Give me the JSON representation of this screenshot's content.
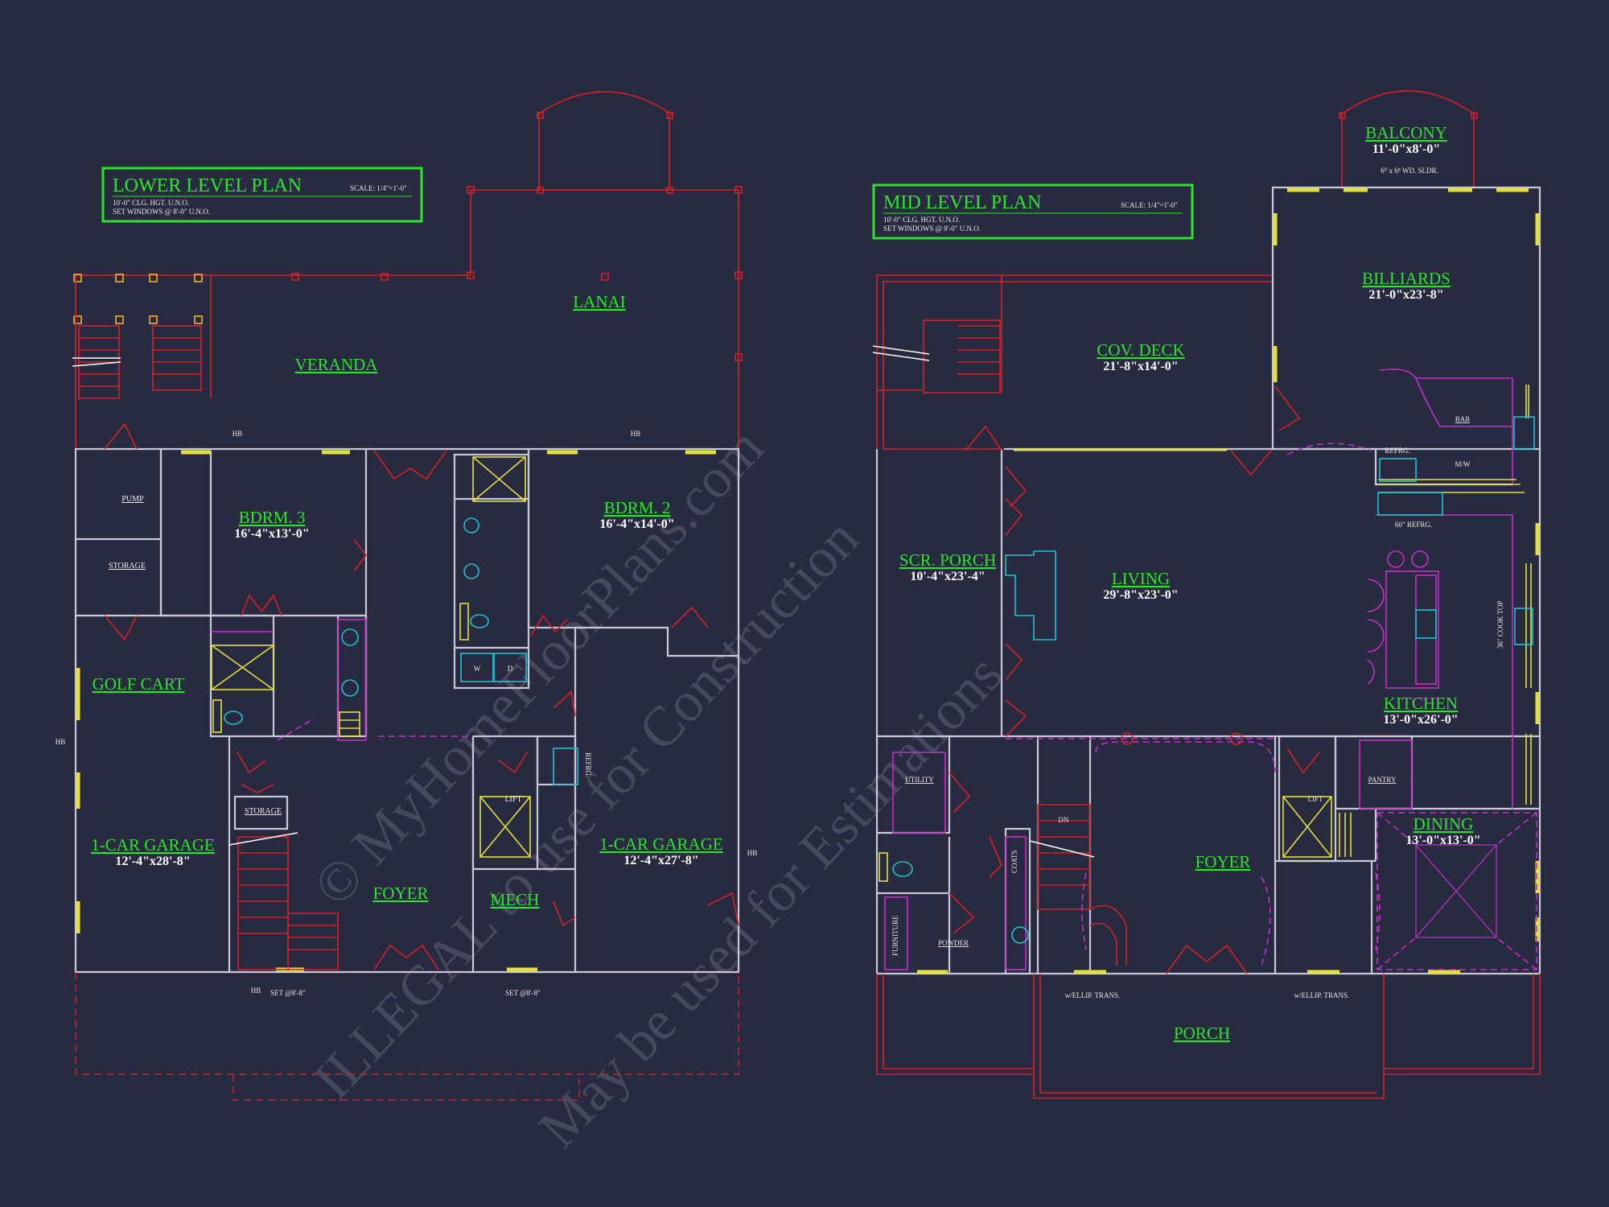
{
  "lower": {
    "title": "LOWER LEVEL PLAN",
    "scale": "SCALE: 1/4\"=1'-0\"",
    "note1": "10'-0\" CLG. HGT. U.N.O.",
    "note2": "SET WINDOWS @ 8'-0\" U.N.O.",
    "rooms": {
      "lanai": "LANAI",
      "veranda": "VERANDA",
      "bdrm3": "BDRM. 3",
      "bdrm3_dim": "16'-4\"x13'-0\"",
      "bdrm2": "BDRM. 2",
      "bdrm2_dim": "16'-4\"x14'-0\"",
      "golf_cart": "GOLF CART",
      "garage_left": "1-CAR GARAGE",
      "garage_left_dim": "12'-4\"x28'-8\"",
      "garage_right": "1-CAR GARAGE",
      "garage_right_dim": "12'-4\"x27'-8\"",
      "foyer": "FOYER",
      "mech": "MECH"
    },
    "labels": {
      "pump": "PUMP",
      "storage": "STORAGE",
      "storage2": "STORAGE",
      "lift": "LIFT",
      "refrg": "REFRG.",
      "w": "W",
      "d": "D",
      "hb1": "HB",
      "hb2": "HB",
      "hb3": "HB",
      "hb4": "HB",
      "hb5": "HB",
      "set1": "SET @8'-8\"",
      "set2": "SET @8'-8\""
    }
  },
  "mid": {
    "title": "MID LEVEL PLAN",
    "scale": "SCALE: 1/4\"=1'-0\"",
    "note1": "10'-0\" CLG. HGT. U.N.O.",
    "note2": "SET WINDOWS @ 8'-0\" U.N.O.",
    "rooms": {
      "balcony": "BALCONY",
      "balcony_dim": "11'-0\"x8'-0\"",
      "billiards": "BILLIARDS",
      "billiards_dim": "21'-0\"x23'-8\"",
      "cov_deck": "COV. DECK",
      "cov_deck_dim": "21'-8\"x14'-0\"",
      "scr_porch": "SCR. PORCH",
      "scr_porch_dim": "10'-4\"x23'-4\"",
      "living": "LIVING",
      "living_dim": "29'-8\"x23'-0\"",
      "kitchen": "KITCHEN",
      "kitchen_dim": "13'-0\"x26'-0\"",
      "dining": "DINING",
      "dining_dim": "13'-0\"x13'-0\"",
      "foyer": "FOYER",
      "porch": "PORCH"
    },
    "labels": {
      "sldr": "6⁰ x 6⁸ WD. SLDR.",
      "bar": "BAR",
      "refrg": "REFRG.",
      "mw": "M/W",
      "refrg60": "60\" REFRG.",
      "cooktop": "36\" COOK TOP",
      "utility": "UTILITY",
      "pantry": "PANTRY",
      "lift": "LIFT",
      "coats": "COATS",
      "dn": "DN",
      "furniture": "FURNITURE",
      "powder": "POWDER",
      "ellip1": "w/ELLIP. TRANS.",
      "ellip2": "w/ELLIP. TRANS."
    }
  },
  "watermark": {
    "line1": "© MyHomeFloorPlans.com",
    "line2": "ILLEGAL to use for Construction",
    "line3": "May be used for Estimations"
  },
  "colors": {
    "background": "#282b40",
    "room_label": "#2ee32e",
    "wall": "#c8c8d8",
    "red_lines": "#d2202a",
    "magenta": "#c030c8",
    "cyan": "#20c0d0",
    "yellow": "#e2e040"
  }
}
